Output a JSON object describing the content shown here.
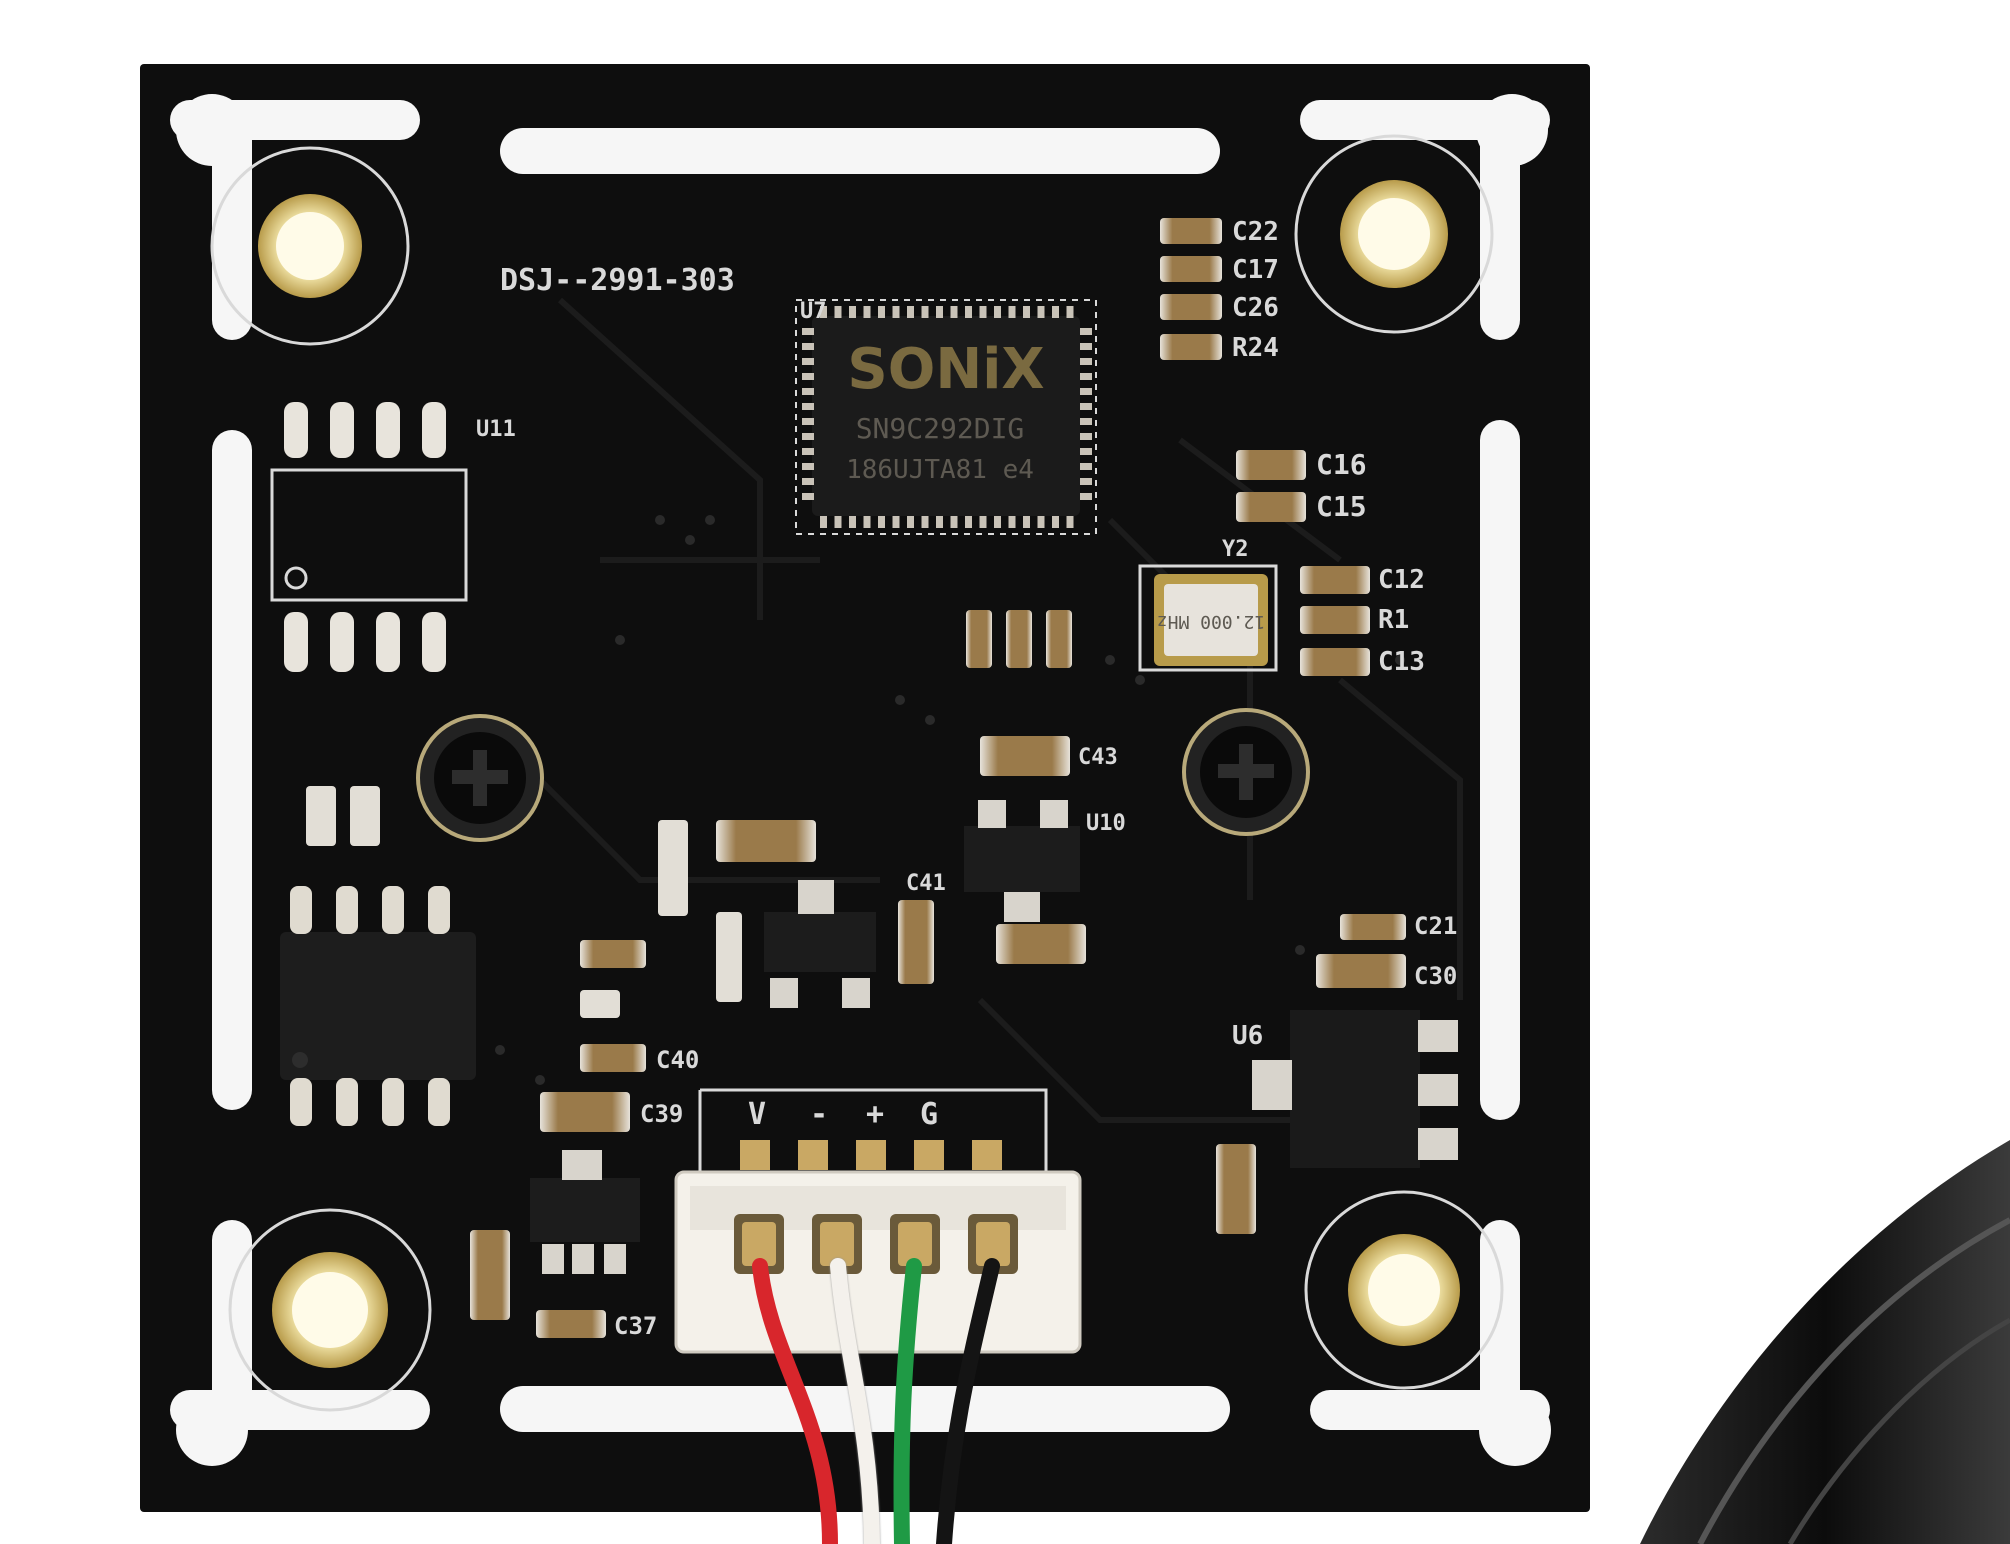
{
  "board": {
    "model_marking": "DSJ--2991-303",
    "main_chip": {
      "brand": "SONiX",
      "part": "SN9C292DIG",
      "lot": "186UJTA81 e4"
    },
    "crystal_marking": "12.000 MHz",
    "component_labels": [
      "C22",
      "C17",
      "C26",
      "R24",
      "C16",
      "C15",
      "C12",
      "R1",
      "C13",
      "C43",
      "C41",
      "C21",
      "C30",
      "U6",
      "C40",
      "C39",
      "C37",
      "U11",
      "U10",
      "U7",
      "Y2"
    ],
    "connector_labels": [
      "V",
      "-",
      "+",
      "G"
    ],
    "wire_colors": [
      "#d8262c",
      "#f4f1ec",
      "#1f9a45",
      "#141414"
    ]
  }
}
